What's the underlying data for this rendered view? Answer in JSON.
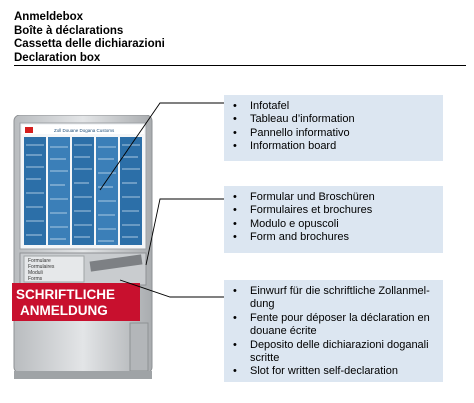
{
  "header": {
    "lines": [
      "Anmeldebox",
      "Boîte à déclarations",
      "Cassetta delle dichiarazioni",
      "Declaration box"
    ]
  },
  "boxes": [
    {
      "items": [
        "Infotafel",
        "Tableau d’information",
        "Pannello informativo",
        "Information board"
      ]
    },
    {
      "items": [
        "Formular und Broschüren",
        "Formulaires et brochures",
        "Modulo e opuscoli",
        "Form and brochures"
      ]
    },
    {
      "items": [
        "Einwurf für die schriftliche Zollanmel-dung",
        "Fente pour déposer la déclaration en douane écrite",
        "Deposito delle dichiarazioni doganali scritte",
        "Slot for written self-declaration"
      ]
    }
  ],
  "illustration": {
    "board_heading": "Zoll  Douane  Dogana  Customs",
    "tray_labels": [
      "Formulare",
      "Formulaires",
      "Moduli",
      "Forms"
    ],
    "sign_lines": [
      "SCHRIFTLICHE",
      "ANMELDUNG"
    ]
  },
  "colors": {
    "box_fill": "#dce6f1",
    "sign_red": "#c8102e",
    "board_blue": "#2c6fa8"
  }
}
